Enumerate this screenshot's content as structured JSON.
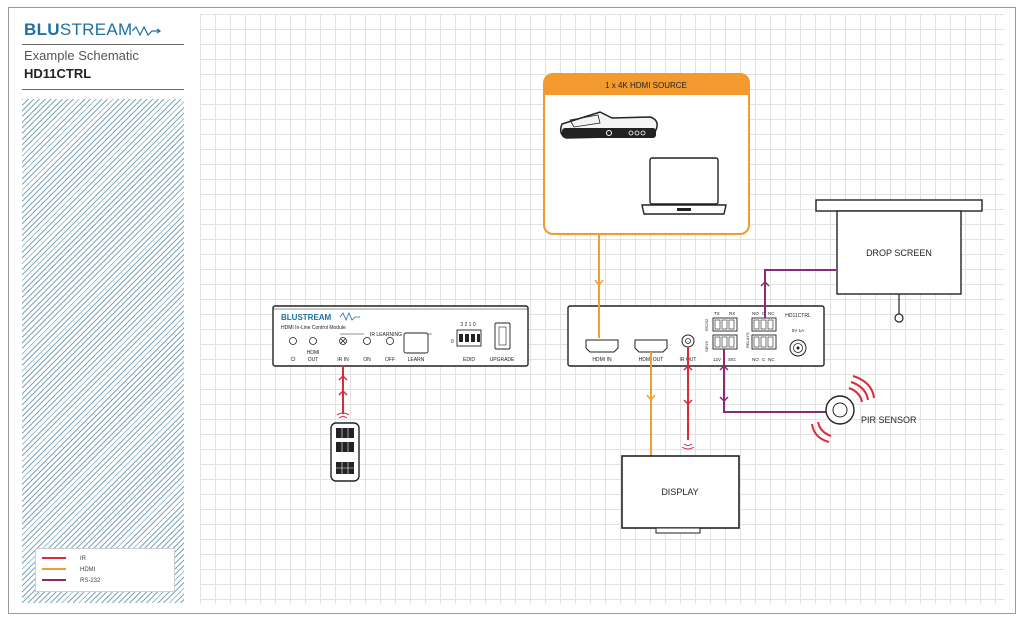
{
  "brand": {
    "name_bold": "BLU",
    "name_rest": "STREAM"
  },
  "header": {
    "subtitle": "Example Schematic",
    "model": "HD11CTRL"
  },
  "legend": [
    {
      "label": "IR",
      "color": "#d92b3a"
    },
    {
      "label": "HDMI",
      "color": "#f0a030"
    },
    {
      "label": "RS-232",
      "color": "#8b2a7a"
    }
  ],
  "source": {
    "title": "1 x 4K HDMI SOURCE",
    "color": "#f29a2e"
  },
  "module": {
    "brand": "BLUSTREAM",
    "name": "HDMI In-Line Control Module",
    "ir_learning": "IR LEARNING",
    "labels": {
      "hdmi_out": "HDMI\nOUT",
      "ir_in": "IR IN",
      "on": "ON",
      "off": "OFF",
      "learn": "LEARN",
      "edid": "EDID",
      "upgrade": "UPGRADE",
      "dip": "3 2 1 0"
    }
  },
  "rear": {
    "hdmi_in": "HDMI IN",
    "hdmi_out": "HDMI OUT",
    "ir_out": "IR OUT",
    "tx": "TX",
    "rx": "RX",
    "rs232": "RS232",
    "sens": "SENS",
    "v12": "12V",
    "sig": "SIG",
    "relays": "RELAYS",
    "no": "NO",
    "c": "C",
    "nc": "NC",
    "model": "HD11CTRL",
    "power": "5V 1A"
  },
  "drop_screen": {
    "label": "DROP SCREEN"
  },
  "display": {
    "label": "DISPLAY"
  },
  "pir": {
    "label": "PIR SENSOR"
  }
}
